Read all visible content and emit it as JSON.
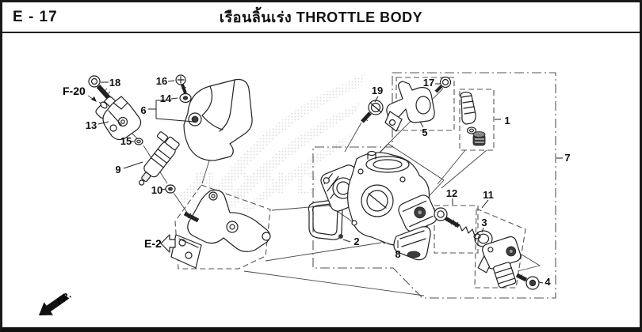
{
  "header": {
    "code": "E - 17",
    "title": "เรือนลิ้นเร่ง THROTTLE BODY"
  },
  "refs": {
    "f20": "F-20",
    "e2": "E-2",
    "front_marker": "FR."
  },
  "watermark": {
    "brand": "HONDA"
  },
  "callouts": [
    {
      "id": 1,
      "label": "1"
    },
    {
      "id": 2,
      "label": "2"
    },
    {
      "id": 3,
      "label": "3"
    },
    {
      "id": 4,
      "label": "4"
    },
    {
      "id": 5,
      "label": "5"
    },
    {
      "id": 6,
      "label": "6"
    },
    {
      "id": 7,
      "label": "7"
    },
    {
      "id": 8,
      "label": "8"
    },
    {
      "id": 9,
      "label": "9"
    },
    {
      "id": 10,
      "label": "10"
    },
    {
      "id": 11,
      "label": "11"
    },
    {
      "id": 12,
      "label": "12"
    },
    {
      "id": 13,
      "label": "13"
    },
    {
      "id": 14,
      "label": "14"
    },
    {
      "id": 15,
      "label": "15"
    },
    {
      "id": 16,
      "label": "16"
    },
    {
      "id": 17,
      "label": "17"
    },
    {
      "id": 18,
      "label": "18"
    },
    {
      "id": 19,
      "label": "19"
    }
  ],
  "colors": {
    "ink": "#1a1a1a",
    "leader": "#474747",
    "dash": "#555555",
    "watermark": "#c9c9c9",
    "background": "#ffffff"
  }
}
